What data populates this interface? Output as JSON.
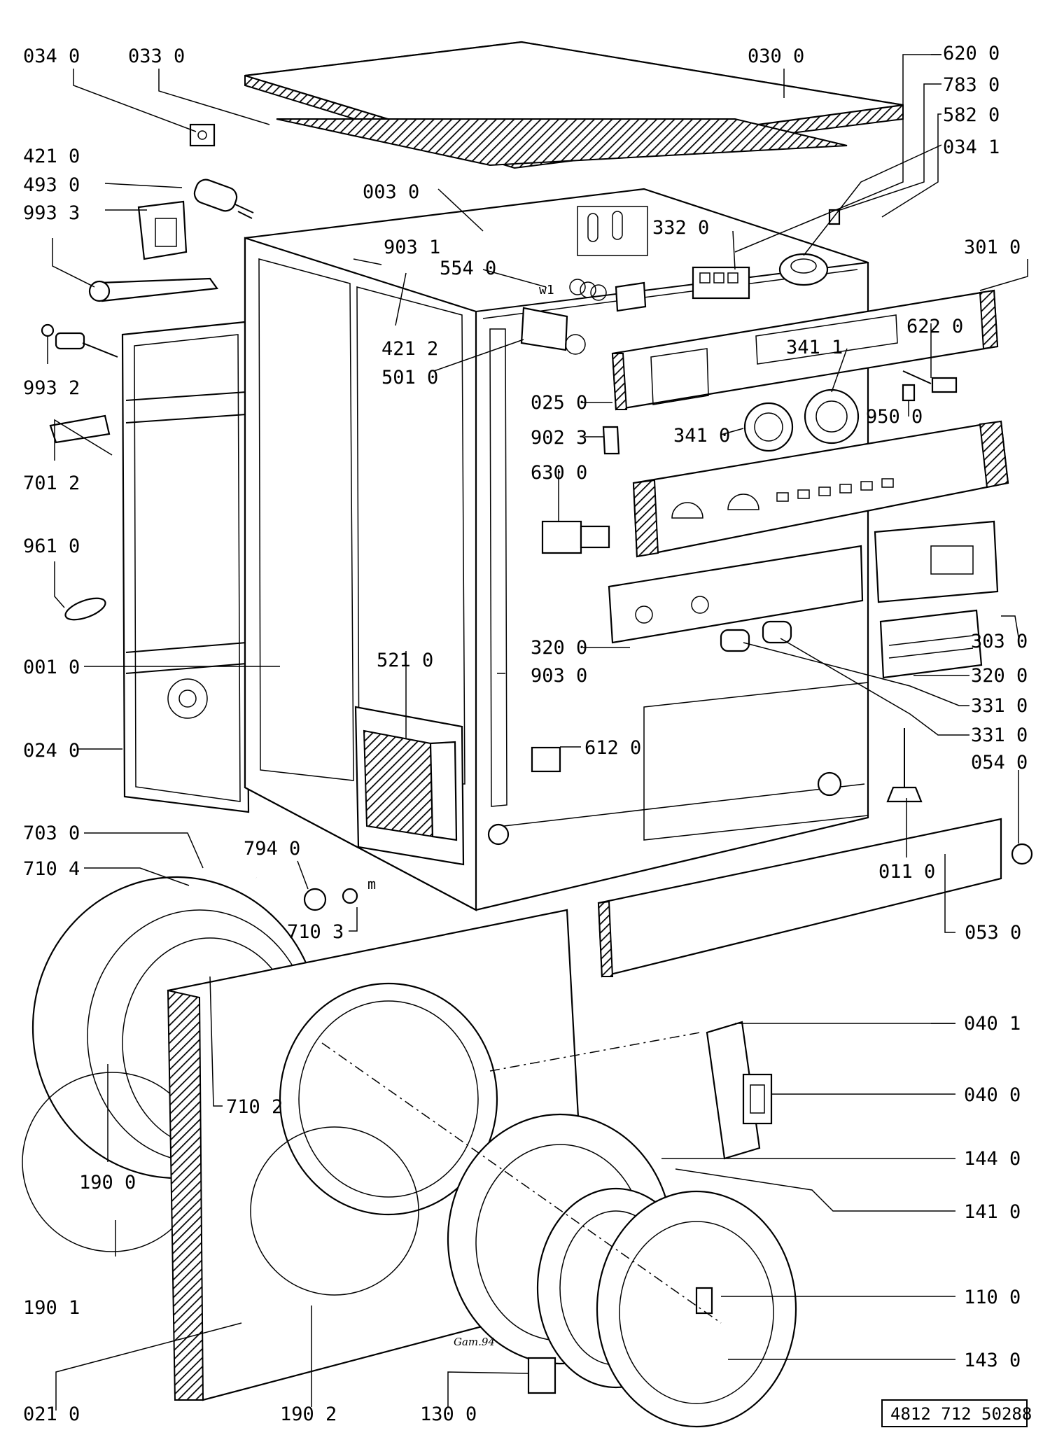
{
  "diagram": {
    "drawing_number": "4812 712 50288",
    "signature": "Gam.94",
    "labels": {
      "034_0": "034 0",
      "033_0": "033 0",
      "030_0": "030 0",
      "620_0": "620 0",
      "783_0": "783 0",
      "582_0": "582 0",
      "034_1": "034 1",
      "421_0": "421 0",
      "493_0": "493 0",
      "993_3": "993 3",
      "003_0": "003 0",
      "332_0": "332 0",
      "301_0": "301 0",
      "903_1": "903 1",
      "554_0": "554 0",
      "993_2": "993 2",
      "421_2": "421 2",
      "501_0": "501 0",
      "622_0": "622 0",
      "341_1": "341 1",
      "025_0": "025 0",
      "950_0": "950 0",
      "902_3": "902 3",
      "341_0": "341 0",
      "701_2": "701 2",
      "630_0": "630 0",
      "961_0": "961 0",
      "320_0_panel": "320 0",
      "303_0": "303 0",
      "001_0": "001 0",
      "521_0": "521 0",
      "903_0": "903 0",
      "320_0_plate": "320 0",
      "331_0_a": "331 0",
      "331_0_b": "331 0",
      "024_0": "024 0",
      "612_0": "612 0",
      "054_0": "054 0",
      "703_0": "703 0",
      "794_0": "794 0",
      "011_0": "011 0",
      "710_4": "710 4",
      "710_3": "710 3",
      "053_0": "053 0",
      "040_1": "040 1",
      "710_2": "710 2",
      "040_0": "040 0",
      "190_0": "190 0",
      "144_0": "144 0",
      "141_0": "141 0",
      "190_1": "190 1",
      "110_0": "110 0",
      "143_0": "143 0",
      "021_0": "021 0",
      "190_2": "190 2",
      "130_0": "130 0",
      "m": "m",
      "w1": "w1"
    }
  }
}
